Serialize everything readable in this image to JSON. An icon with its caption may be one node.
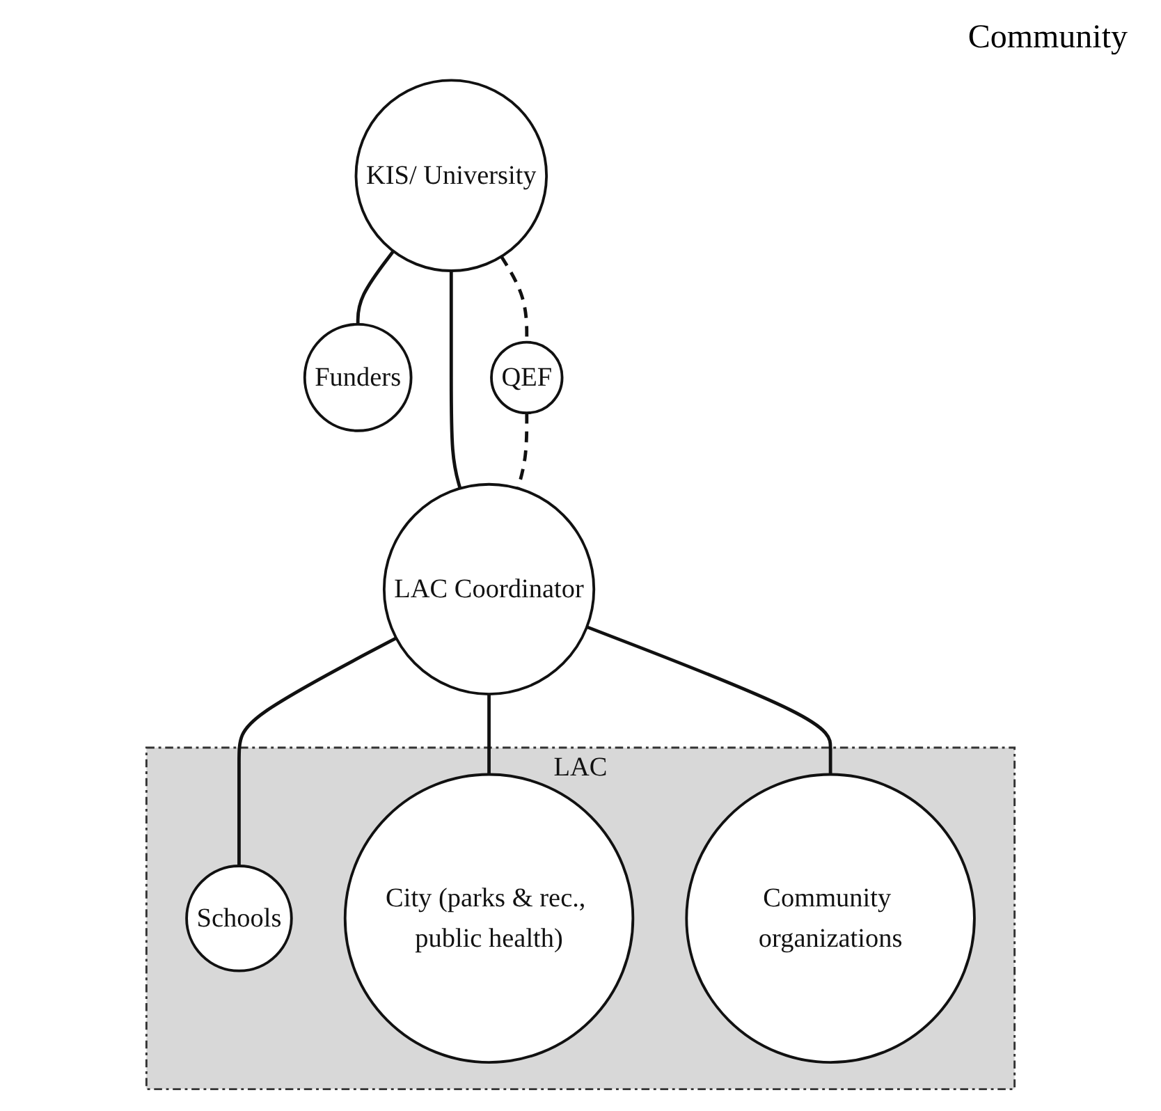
{
  "diagram": {
    "nodes": [
      {
        "text": [
          "KIS/ University"
        ]
      },
      {
        "text": [
          "Funders"
        ]
      },
      {
        "text": [
          "QEF"
        ]
      },
      {
        "text": [
          "LAC Coordinator"
        ]
      },
      {
        "text": [
          "LAC"
        ]
      },
      {
        "text": [
          "Schools"
        ],
        "in": 4
      },
      {
        "text": [
          "City (parks & rec., public health)"
        ],
        "in": 4
      },
      {
        "text": [
          "Community organizations"
        ],
        "in": 4
      }
    ],
    "edges": [
      {
        "from": 0,
        "to": 1,
        "arrow": "none"
      },
      {
        "from": 0,
        "to": 2,
        "arrow": "none",
        "style": "dashed"
      },
      {
        "from": 0,
        "to": 3,
        "arrow": "none"
      },
      {
        "from": 2,
        "to": 3,
        "arrow": "none",
        "style": "dashed"
      },
      {
        "from": 3,
        "to": 5,
        "arrow": "none"
      },
      {
        "from": 3,
        "to": 6,
        "arrow": "none"
      },
      {
        "from": 3,
        "to": 7,
        "arrow": "none"
      }
    ],
    "labels": [
      "Community"
    ]
  }
}
